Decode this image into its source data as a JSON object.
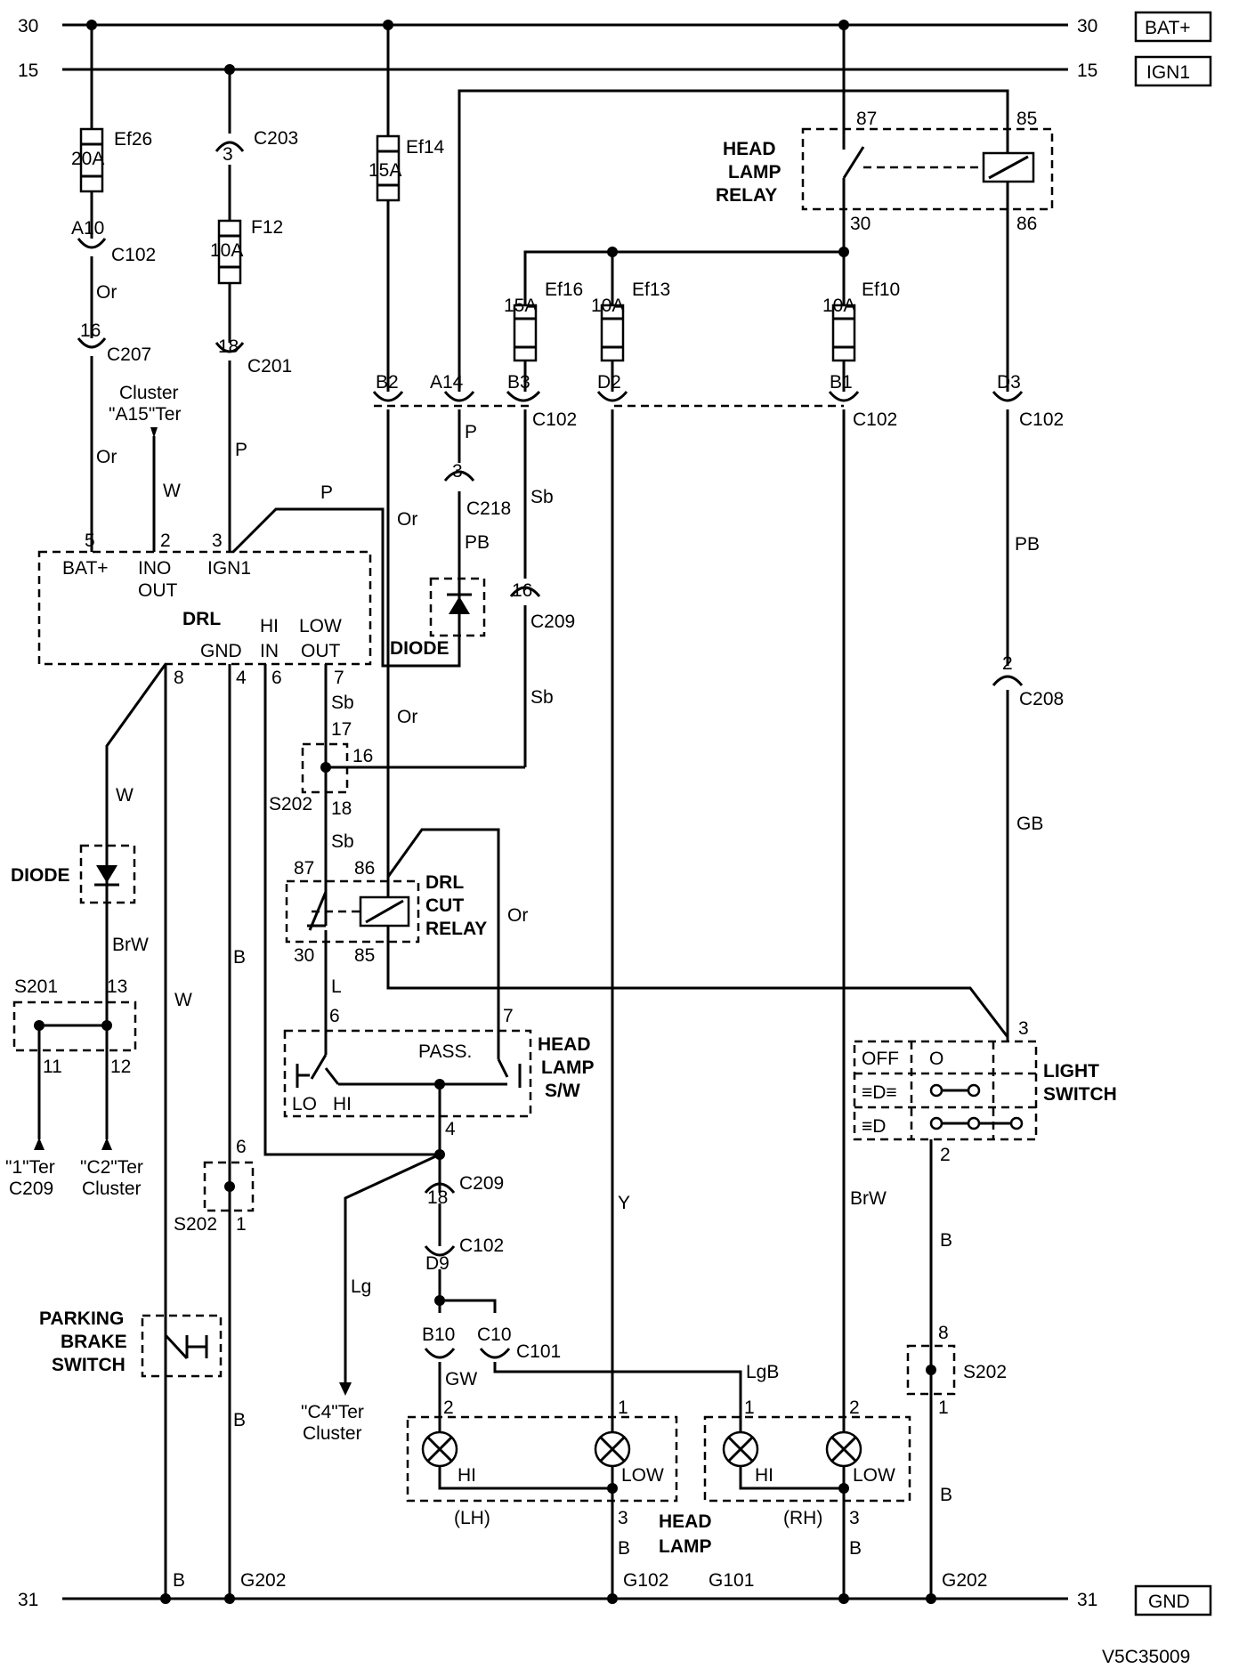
{
  "rails": {
    "bat": {
      "left": "30",
      "right": "30",
      "tag": "BAT+"
    },
    "ign": {
      "left": "15",
      "right": "15",
      "tag": "IGN1"
    },
    "gnd": {
      "left": "31",
      "right": "31",
      "tag": "GND"
    }
  },
  "fuses": [
    {
      "id": "Ef26",
      "rating": "20A"
    },
    {
      "id": "F12",
      "rating": "10A"
    },
    {
      "id": "Ef14",
      "rating": "15A"
    },
    {
      "id": "Ef16",
      "rating": "15A"
    },
    {
      "id": "Ef13",
      "rating": "10A"
    },
    {
      "id": "Ef10",
      "rating": "10A"
    }
  ],
  "connectors": [
    {
      "pin": "A10",
      "name": "C102"
    },
    {
      "pin": "16",
      "name": "C207"
    },
    {
      "pin": "3",
      "name": "C203"
    },
    {
      "pin": "18",
      "name": "C201"
    },
    {
      "pin": "B2",
      "name": ""
    },
    {
      "pin": "A14",
      "name": ""
    },
    {
      "pin": "B3",
      "name": "C102"
    },
    {
      "pin": "D2",
      "name": ""
    },
    {
      "pin": "B1",
      "name": "C102"
    },
    {
      "pin": "D3",
      "name": "C102"
    },
    {
      "pin": "3",
      "name": "C218"
    },
    {
      "pin": "16",
      "name": "C209"
    },
    {
      "pin": "2",
      "name": "C208"
    },
    {
      "pin": "18",
      "name": "C209"
    },
    {
      "pin": "D9",
      "name": "C102"
    },
    {
      "pin": "B10",
      "name": ""
    },
    {
      "pin": "C10",
      "name": "C101"
    }
  ],
  "relays": {
    "head": {
      "label1": "HEAD",
      "label2": "LAMP",
      "label3": "RELAY",
      "p87": "87",
      "p85": "85",
      "p30": "30",
      "p86": "86"
    },
    "drl_cut": {
      "label1": "DRL",
      "label2": "CUT",
      "label3": "RELAY",
      "p87": "87",
      "p86": "86",
      "p30": "30",
      "p85": "85"
    }
  },
  "drl": {
    "name": "DRL",
    "bat": "BAT+",
    "ino": "INO",
    "out": "OUT",
    "ign": "IGN1",
    "hi": "HI",
    "in": "IN",
    "gnd": "GND",
    "low": "LOW",
    "outp": "OUT",
    "p5": "5",
    "p2": "2",
    "p3": "3",
    "p8": "8",
    "p4": "4",
    "p6": "6",
    "p7": "7"
  },
  "wires": {
    "or": "Or",
    "p": "P",
    "w": "W",
    "sb": "Sb",
    "pb": "PB",
    "gb": "GB",
    "brw": "BrW",
    "b": "B",
    "l": "L",
    "lg": "Lg",
    "y": "Y",
    "gw": "GW",
    "lgb": "LgB"
  },
  "misc": {
    "cluster_a15": "Cluster",
    "a15ter": "\"A15\"Ter",
    "diode": "DIODE",
    "s201": "S201",
    "s202": "S202",
    "ter1": "\"1\"Ter",
    "c209": "C209",
    "ter2": "\"C2\"Ter",
    "cluster": "Cluster",
    "ter4": "\"C4\"Ter",
    "park1": "PARKING",
    "park2": "BRAKE",
    "park3": "SWITCH",
    "hsw1": "HEAD",
    "hsw2": "LAMP",
    "hsw3": "S/W",
    "pass": "PASS.",
    "lo": "LO",
    "hi": "HI",
    "ls1": "LIGHT",
    "ls2": "SWITCH",
    "off": "OFF",
    "o": "O",
    "hl1": "HEAD",
    "hl2": "LAMP",
    "lh": "(LH)",
    "rh": "(RH)",
    "hi_l": "HI",
    "low_l": "LOW",
    "g202": "G202",
    "g102": "G102",
    "g101": "G101",
    "code": "V5C35009"
  },
  "pins": {
    "n1": "1",
    "n2": "2",
    "n3": "3",
    "n4": "4",
    "n6": "6",
    "n7": "7",
    "n8": "8",
    "n11": "11",
    "n12": "12",
    "n13": "13",
    "n16": "16",
    "n17": "17",
    "n18": "18"
  }
}
